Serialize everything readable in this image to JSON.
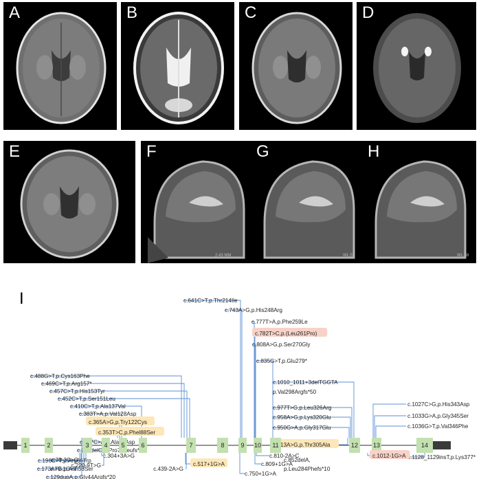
{
  "panels": [
    {
      "id": "A",
      "letter": "A",
      "kind": "axial-t1"
    },
    {
      "id": "B",
      "letter": "B",
      "kind": "axial-t2"
    },
    {
      "id": "C",
      "letter": "C",
      "kind": "axial-flair"
    },
    {
      "id": "D",
      "letter": "D",
      "kind": "axial-dwi"
    },
    {
      "id": "E",
      "letter": "E",
      "kind": "axial-flair2"
    },
    {
      "id": "F",
      "letter": "F",
      "kind": "sagittal",
      "overlay": "2.43 MM"
    },
    {
      "id": "G",
      "letter": "G",
      "kind": "sagittal",
      "overlay": "WL:5"
    },
    {
      "id": "H",
      "letter": "H",
      "kind": "sagittal",
      "overlay": "WL:58"
    }
  ],
  "gene": {
    "panel_label": "I",
    "exons": [
      "1",
      "2",
      "3",
      "4",
      "5",
      "6",
      "7",
      "8",
      "9",
      "10",
      "11",
      "12",
      "13",
      "14"
    ],
    "colors": {
      "exon": "#c3e0b0",
      "line": "#5b8fd6",
      "highlight_yellow": "#fde7b8",
      "highlight_pink": "#f8d2c8",
      "utr": "#3a3a3a"
    },
    "upper_variants": [
      {
        "text": "c.488G>T,p.Cys163Phe",
        "exon": 7
      },
      {
        "text": "c.469C>T,p.Arg157*",
        "exon": 7
      },
      {
        "text": "c.457C>T,p.His153Tyr",
        "exon": 7
      },
      {
        "text": "c.452C>T,p.Ser151Leu",
        "exon": 7
      },
      {
        "text": "c.410C>T,p.Ala137Val",
        "exon": 6
      },
      {
        "text": "c.383T>A,p.Val128Asp",
        "exon": 5
      },
      {
        "text": "c.365A>G,p.Try122Cys",
        "exon": 5,
        "highlight": "yellow"
      },
      {
        "text": "c.353T>C,p.Phel88Ser",
        "exon": 5,
        "highlight": "yellow"
      },
      {
        "text": "c.287C>A,p.Ala96Asp",
        "exon": 4
      },
      {
        "text": "c.236delC,p.Pro79Leufs*5",
        "exon": 4
      },
      {
        "text": "c.196C>T,p.Arg66Trp",
        "exon": 3
      },
      {
        "text": "c.173A>G,p.Asn58Ser",
        "exon": 3
      },
      {
        "text": "c.129dupA,p.Gly44Argfs*20",
        "exon": 3
      },
      {
        "text": "c.641C>T,p.Thr214Ile",
        "exon": 9
      },
      {
        "text": "c.743A>G,p.His248Arg",
        "exon": 10
      },
      {
        "text": "c.777T>A,p.Phe259Le",
        "exon": 10
      },
      {
        "text": "c.782T>C,p.(Leu261Pro)",
        "exon": 10,
        "highlight": "pink"
      },
      {
        "text": "c.808A>G,p.Ser270Gly",
        "exon": 10
      },
      {
        "text": "c.835G>T,p.Glu279*",
        "exon": 11
      },
      {
        "text": "c.1010_1011+3delTGGTA",
        "exon": 12
      },
      {
        "text": "p.Val298Argfs*50",
        "exon": 12
      },
      {
        "text": "c.977T>G,p.Leu326Arg",
        "exon": 12
      },
      {
        "text": "c.958A>G,p.Lys320Glu",
        "exon": 12
      },
      {
        "text": "c.950G>A,p.Gly317Glu",
        "exon": 12
      },
      {
        "text": "c.913A>G,p.Thr305Ala",
        "exon": 12,
        "highlight": "yellow"
      },
      {
        "text": "c.852delA,",
        "exon": 11
      },
      {
        "text": "p.Leu284Phefs*10",
        "exon": 11
      },
      {
        "text": "c.1027C>G,p.His343Asp",
        "exon": 13
      },
      {
        "text": "c.1033G>A,p.Gly345Ser",
        "exon": 13
      },
      {
        "text": "c.1036G>T,p.Val346Phe",
        "exon": 13
      },
      {
        "text": "c.1128_1129insT,p.Lys377*",
        "exon": 14
      }
    ],
    "lower_variants": [
      {
        "text": "c.79-3C>G"
      },
      {
        "text": "c.79-1G>T"
      },
      {
        "text": "c.304+3A>G"
      },
      {
        "text": "c.220-9T>G"
      },
      {
        "text": "c.439-2A>G"
      },
      {
        "text": "c.517+1G>A",
        "highlight": "yellow"
      },
      {
        "text": "c.750+1G>A"
      },
      {
        "text": "c.809+1G>A"
      },
      {
        "text": "c.810-2A>C"
      },
      {
        "text": "c.1012-1G>A",
        "highlight": "pink"
      }
    ]
  }
}
